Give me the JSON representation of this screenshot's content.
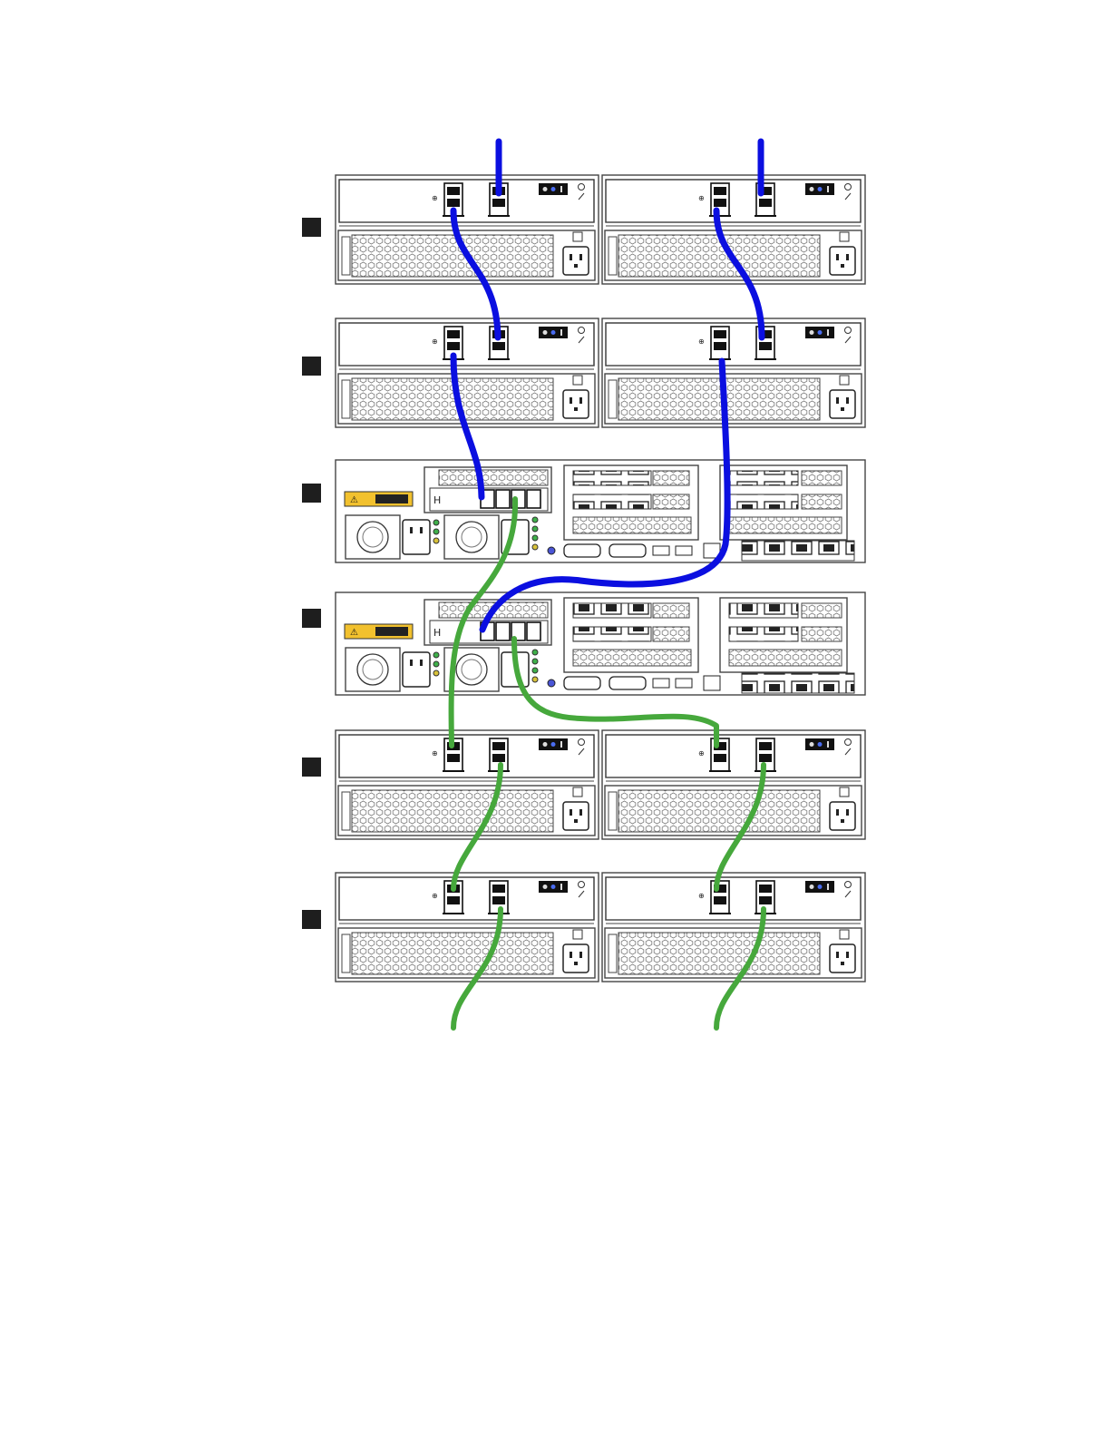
{
  "diagram": {
    "rows": [
      {
        "kind": "expansion-enclosure",
        "marker": true
      },
      {
        "kind": "expansion-enclosure",
        "marker": true
      },
      {
        "kind": "controller-node",
        "marker": true
      },
      {
        "kind": "controller-node",
        "marker": true
      },
      {
        "kind": "expansion-enclosure",
        "marker": true
      },
      {
        "kind": "expansion-enclosure",
        "marker": true
      }
    ],
    "cable_colors": {
      "blue": "#0b0fe0",
      "green": "#46a83c"
    },
    "icons": [
      "marker-square",
      "sas-port-icon",
      "power-inlet-icon",
      "warning-label-icon",
      "ethernet-port-icon",
      "vga-port-icon"
    ]
  }
}
